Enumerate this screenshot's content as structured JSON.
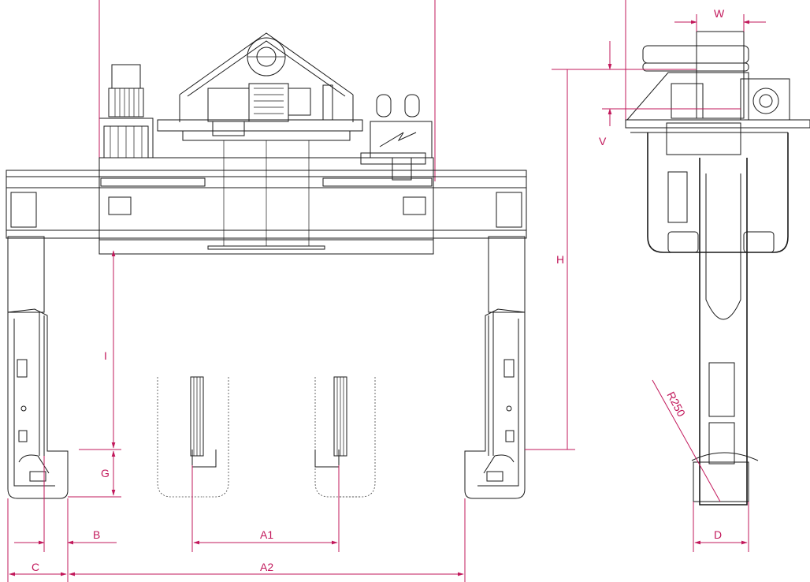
{
  "colors": {
    "dimension": "#c2185b",
    "line": "#1a1a1a",
    "background": "#ffffff"
  },
  "labels": {
    "W": "W",
    "V": "V",
    "H": "H",
    "I": "I",
    "G": "G",
    "B": "B",
    "A1": "A1",
    "A2": "A2",
    "C": "C",
    "D": "D",
    "R250": "R250"
  }
}
